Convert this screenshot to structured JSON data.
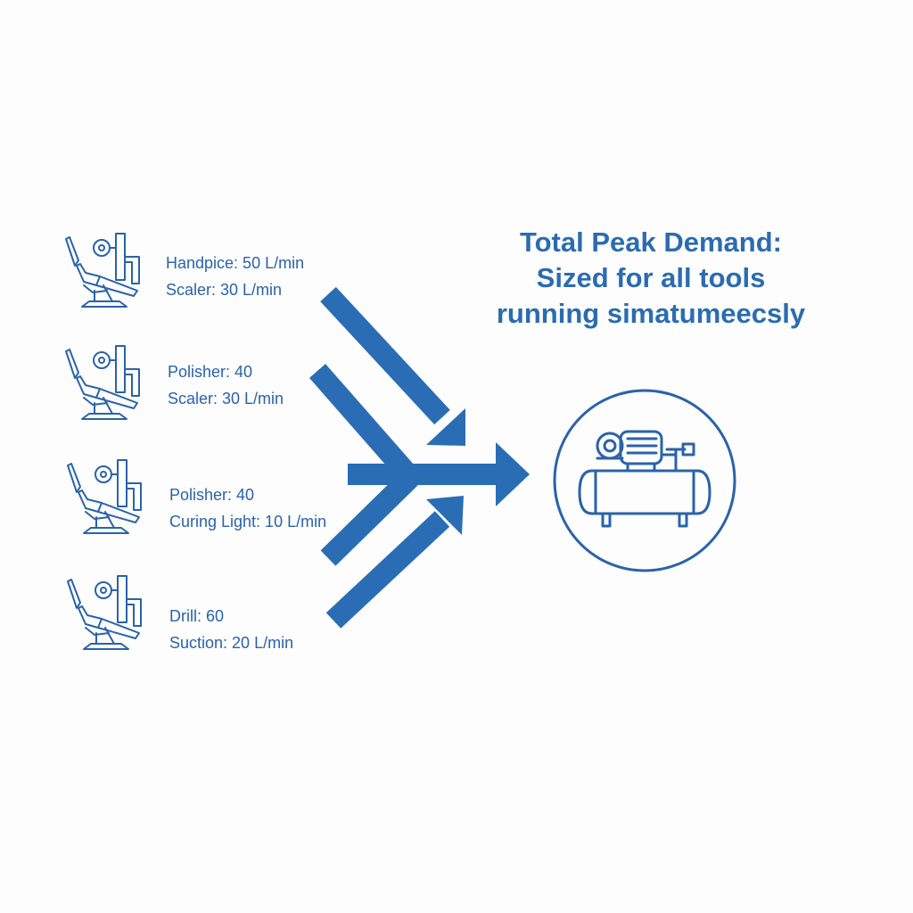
{
  "title": {
    "line1": "Total Peak Demand:",
    "line2": "Sized for all tools",
    "line3": "running simatumeecsly"
  },
  "stations": [
    {
      "icon": "dental-chair-icon",
      "line1": "Handpice: 50 L/min",
      "line2": "Scaler: 30 L/min"
    },
    {
      "icon": "dental-chair-icon",
      "line1": "Polisher: 40",
      "line2": "Scaler: 30 L/min"
    },
    {
      "icon": "dental-chair-icon",
      "line1": "Polisher: 40",
      "line2": "Curing Light: 10 L/min"
    },
    {
      "icon": "dental-chair-icon",
      "line1": "Drill: 60",
      "line2": "Suction: 20 L/min"
    }
  ],
  "target": {
    "icon": "air-compressor-icon"
  },
  "colors": {
    "icon_stroke": "#2a63a8",
    "arrow": "#2a6db5",
    "title": "#2b6cb0",
    "label": "#2a63a8"
  }
}
